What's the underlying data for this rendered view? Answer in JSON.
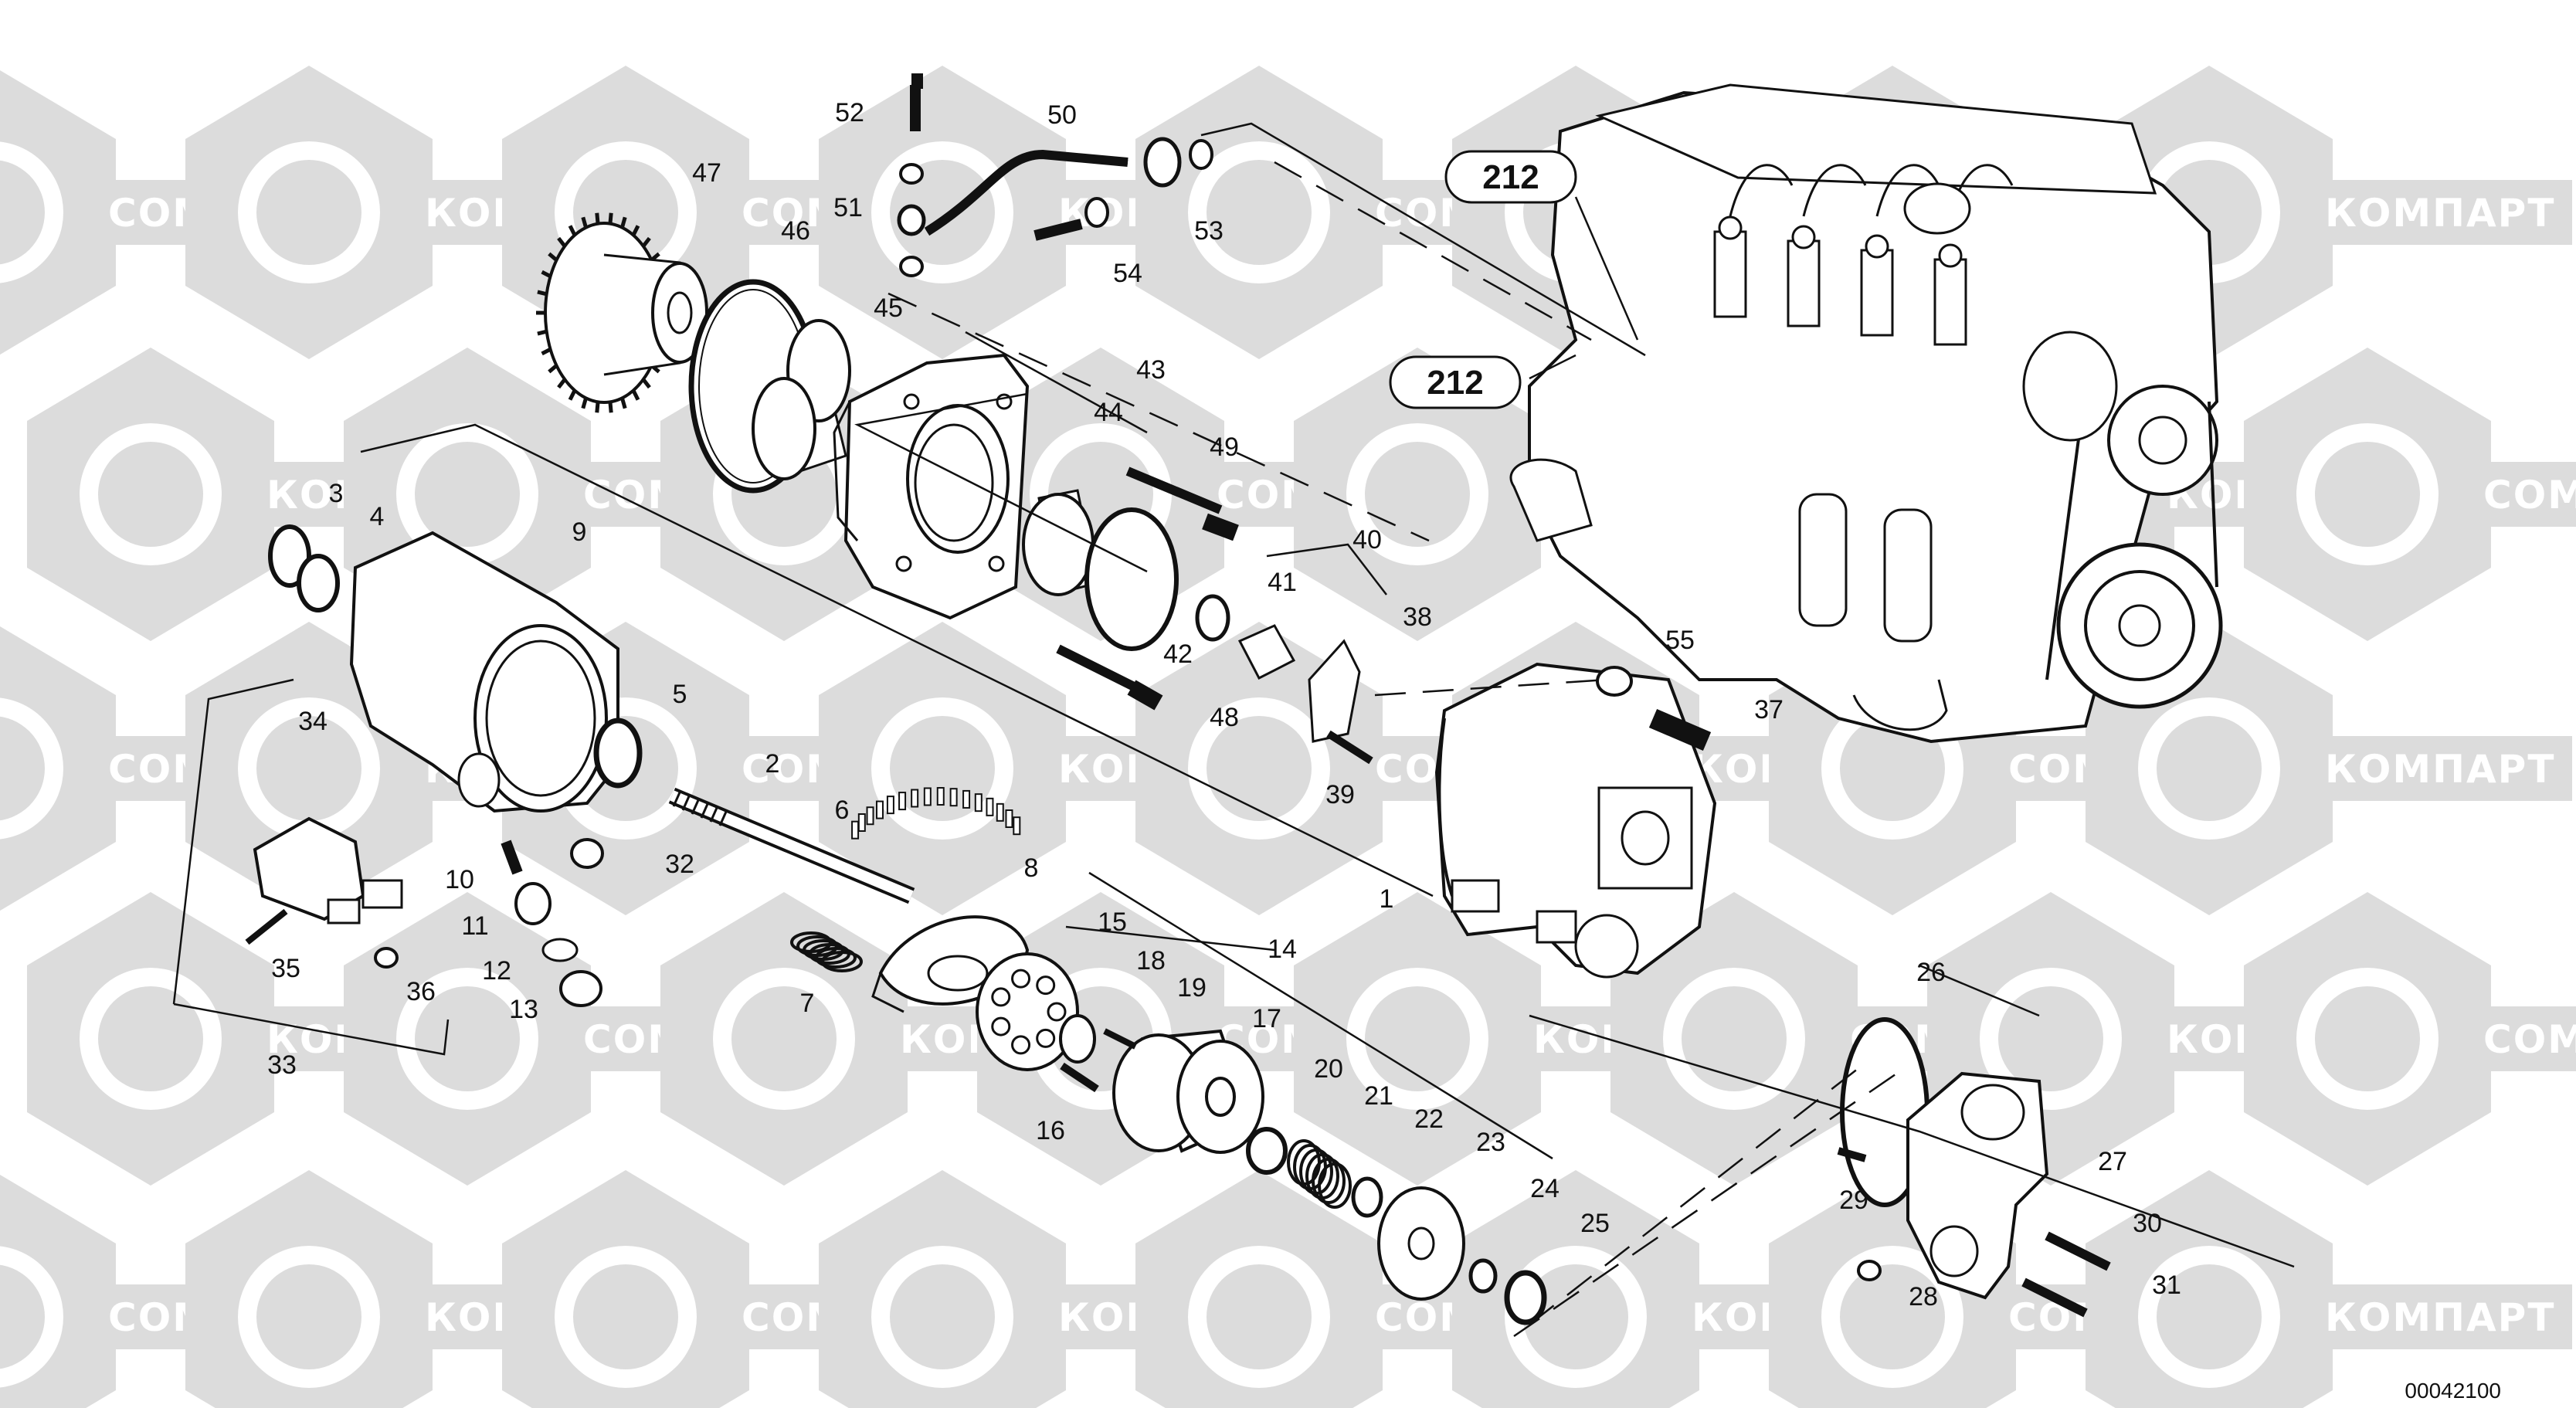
{
  "watermark": {
    "text_latin": "COMPART",
    "text_cyrillic": "КОМПАРТ"
  },
  "callouts": [
    "212",
    "212"
  ],
  "part_labels": [
    "1",
    "2",
    "3",
    "4",
    "5",
    "6",
    "7",
    "8",
    "9",
    "10",
    "11",
    "12",
    "13",
    "14",
    "15",
    "16",
    "17",
    "18",
    "19",
    "20",
    "21",
    "22",
    "23",
    "24",
    "25",
    "26",
    "27",
    "28",
    "29",
    "30",
    "31",
    "32",
    "33",
    "34",
    "35",
    "36",
    "37",
    "38",
    "39",
    "40",
    "41",
    "42",
    "43",
    "44",
    "45",
    "46",
    "47",
    "48",
    "49",
    "50",
    "51",
    "52",
    "53",
    "54",
    "55"
  ],
  "drawing_code": "00042100",
  "colors": {
    "line": "#111111",
    "watermark": "#dcdcdc",
    "background": "#ffffff"
  }
}
